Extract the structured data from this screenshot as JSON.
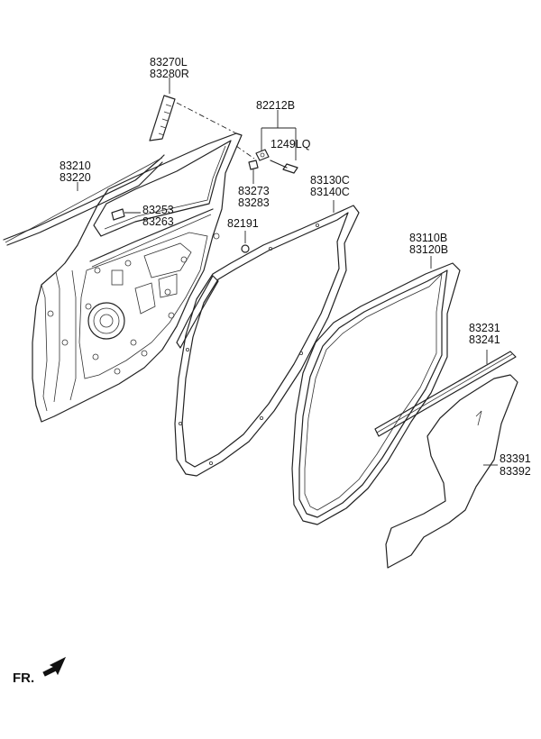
{
  "callouts": [
    {
      "id": "garnish",
      "lines": [
        "83270L",
        "83280R"
      ]
    },
    {
      "id": "clip-group",
      "lines": [
        "82212B"
      ]
    },
    {
      "id": "screw",
      "lines": [
        "1249LQ"
      ]
    },
    {
      "id": "outer-weatherstrip",
      "lines": [
        "83210",
        "83220"
      ]
    },
    {
      "id": "fastener-a",
      "lines": [
        "83273",
        "83283"
      ]
    },
    {
      "id": "door-seal",
      "lines": [
        "83130C",
        "83140C"
      ]
    },
    {
      "id": "fastener-b",
      "lines": [
        "83253",
        "83263"
      ]
    },
    {
      "id": "plug",
      "lines": [
        "82191"
      ]
    },
    {
      "id": "body-seal",
      "lines": [
        "83110B",
        "83120B"
      ]
    },
    {
      "id": "inner-weatherstrip",
      "lines": [
        "83231",
        "83241"
      ]
    },
    {
      "id": "waterproof-film",
      "lines": [
        "83391",
        "83392"
      ]
    }
  ],
  "front_marker": {
    "label": "FR."
  },
  "colors": {
    "line": "#222222",
    "background": "#ffffff"
  }
}
